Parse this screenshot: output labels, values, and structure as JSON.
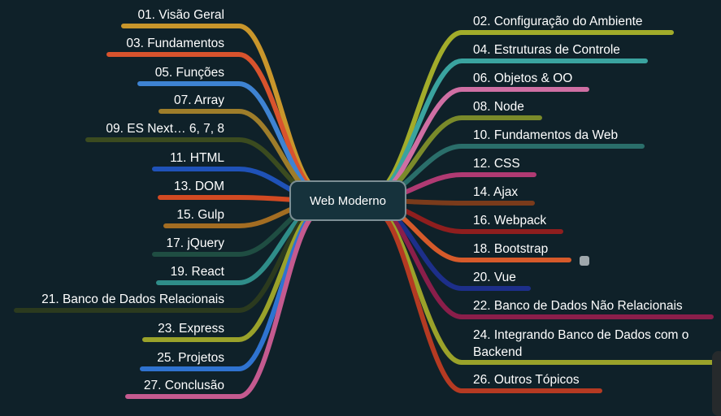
{
  "map": {
    "center": "Web Moderno",
    "left": [
      {
        "label": "01. Visão Geral",
        "color": "#c9962b"
      },
      {
        "label": "03. Fundamentos",
        "color": "#d8532d"
      },
      {
        "label": "05. Funções",
        "color": "#3e83d2"
      },
      {
        "label": "07. Array",
        "color": "#9e7d2a"
      },
      {
        "label": "09. ES Next… 6, 7, 8",
        "color": "#3b4b1f"
      },
      {
        "label": "11. HTML",
        "color": "#1f52b8"
      },
      {
        "label": "13. DOM",
        "color": "#d24a22"
      },
      {
        "label": "15. Gulp",
        "color": "#a36d22"
      },
      {
        "label": "17. jQuery",
        "color": "#1f4d42"
      },
      {
        "label": "19. React",
        "color": "#2f8d89"
      },
      {
        "label": "21. Banco de Dados Relacionais",
        "color": "#2b3a1e"
      },
      {
        "label": "23. Express",
        "color": "#9aa22a"
      },
      {
        "label": "25. Projetos",
        "color": "#2f73d0"
      },
      {
        "label": "27. Conclusão",
        "color": "#c45a8f"
      }
    ],
    "right": [
      {
        "label": "02. Configuração do Ambiente",
        "color": "#a2ac2a"
      },
      {
        "label": "04. Estruturas de Controle",
        "color": "#3aa39f"
      },
      {
        "label": "06. Objetos & OO",
        "color": "#cf6fa3"
      },
      {
        "label": "08. Node",
        "color": "#7a8a2a"
      },
      {
        "label": "10. Fundamentos da Web",
        "color": "#2a6e6a"
      },
      {
        "label": "12. CSS",
        "color": "#b03a73"
      },
      {
        "label": "14. Ajax",
        "color": "#7a3b1b"
      },
      {
        "label": "16. Webpack",
        "color": "#8f1e1e"
      },
      {
        "label": "18. Bootstrap",
        "color": "#d65a2a"
      },
      {
        "label": "20. Vue",
        "color": "#1d2f8a"
      },
      {
        "label": "22. Banco de Dados Não Relacionais",
        "color": "#8a1e4a"
      },
      {
        "label": "24. Integrando Banco de Dados com o",
        "label2": "Backend",
        "color": "#9aa22a"
      },
      {
        "label": "26. Outros Tópicos",
        "color": "#b53a22"
      }
    ]
  }
}
